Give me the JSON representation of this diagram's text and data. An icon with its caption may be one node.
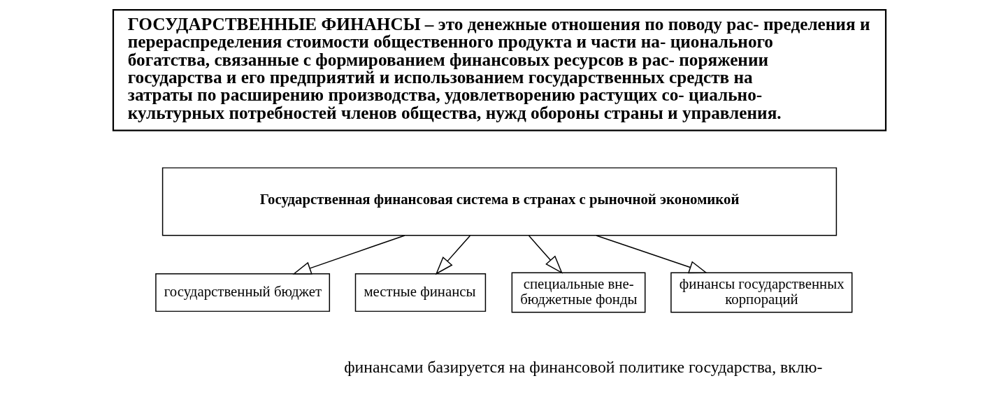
{
  "diagram": {
    "nodes": [
      {
        "text": [
          "ГОСУДАРСТВЕННЫЕ ФИНАНСЫ – это денежные отношения по поводу рас- пределения и перераспределения стоимости общественного продукта и части на- ционального богатства, связанные с формированием финансовых ресурсов в рас- поряжении государства и его предприятий и использованием государственных средств на затраты по расширению производства, удовлетворению растущих со- циально-культурных потребностей членов общества, нужд обороны страны и управления."
        ]
      },
      {
        "text": [
          "Государственная финансовая система в странах с рыночной экономикой"
        ]
      },
      {
        "text": [
          "государственный бюджет"
        ]
      },
      {
        "text": [
          "местные финансы"
        ]
      },
      {
        "text": [
          "специальные вне- бюджетные фонды"
        ]
      },
      {
        "text": [
          "финансы государственных корпораций"
        ]
      }
    ],
    "edges": [
      {
        "from": 1,
        "to": 2,
        "arrow": "to"
      },
      {
        "from": 1,
        "to": 3,
        "arrow": "to"
      },
      {
        "from": 1,
        "to": 4,
        "arrow": "to"
      },
      {
        "from": 1,
        "to": 5,
        "arrow": "to"
      }
    ],
    "labels": [
      "финансами базируется на финансовой политике государства, вклю-"
    ]
  }
}
